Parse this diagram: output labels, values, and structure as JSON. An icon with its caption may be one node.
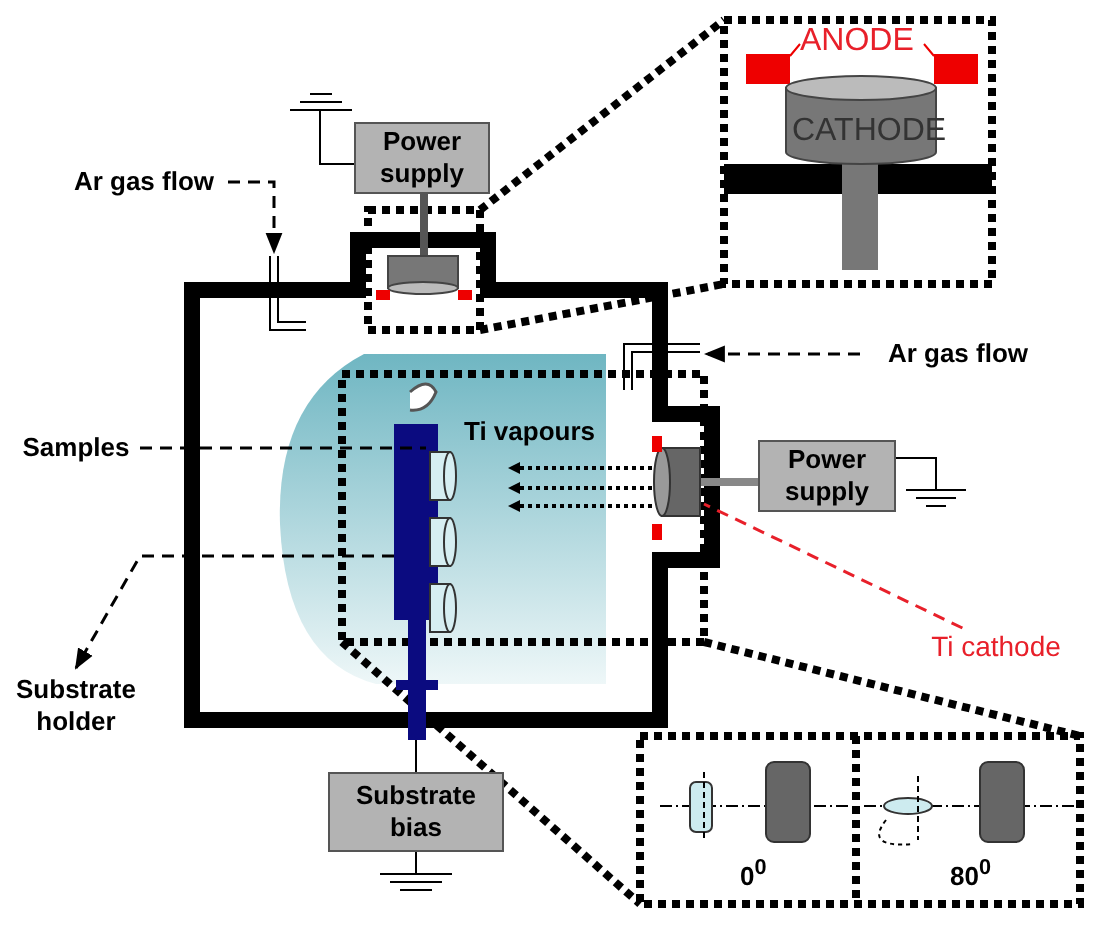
{
  "diagram": {
    "nodes": [
      {
        "text": [
          "Power supply"
        ]
      },
      {
        "text": [
          "Ar gas flow"
        ]
      },
      {
        "text": [
          "Ar gas flow"
        ]
      },
      {
        "text": [
          "Samples"
        ]
      },
      {
        "text": [
          "Power supply"
        ]
      },
      {
        "text": [
          "Substrate holder"
        ]
      },
      {
        "text": [
          "Ti cathode"
        ]
      },
      {
        "text": [
          "Substrate bias"
        ]
      }
    ],
    "edges": [
      {
        "from": 1,
        "to": null,
        "arrow": "to",
        "style": "dashed"
      },
      {
        "from": 2,
        "to": null,
        "arrow": "to",
        "style": "dashed"
      },
      {
        "from": 3,
        "to": null,
        "arrow": "none",
        "style": "dashed"
      },
      {
        "from": null,
        "to": 5,
        "arrow": "to",
        "style": "dashed"
      },
      {
        "from": 6,
        "to": null,
        "arrow": "none",
        "style": "dashed",
        "color": "#e8202a"
      }
    ],
    "labels": [
      "ANODE",
      "CATHODE",
      "Ti vapours",
      "0$^{0}$",
      "80$^{0}$"
    ]
  }
}
